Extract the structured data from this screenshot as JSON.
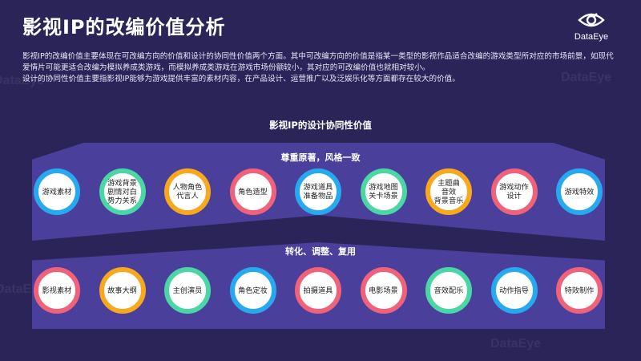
{
  "title": "影视IP的改编价值分析",
  "logo": {
    "text": "DataEye",
    "watermark": "DataEye"
  },
  "description": [
    "影视IP的改编价值主要体现在可改编方向的价值和设计的协同性价值两个方面。其中可改编方向的价值是指某一类型的影视作品适合改编的游戏类型所对应的市场前景，如现代爱情片可能更适合改编为模拟养成类游戏，而模拟养成类游戏在游戏市场份额较小，其对应的可改编价值也就相对较小。",
    "设计的协同性价值主要指影视IP能够为游戏提供丰富的素材内容，在产品设计、运营推广以及泛娱乐化等方面都存在较大的价值。"
  ],
  "diagram": {
    "title": "影视IP的设计协同性价值",
    "top_label": "尊重原著，风格一致",
    "middle_label": "转化、调整、复用",
    "colors": {
      "blue": "#27a9f0",
      "green": "#4bd6a6",
      "orange": "#f7a81c",
      "pink": "#f0627a",
      "band": "#4a3f9a",
      "background": "#2b2459"
    },
    "top_items": [
      {
        "label": "游戏素材",
        "color": "blue"
      },
      {
        "label": "游戏背景\n剧情对白\n势力关系",
        "color": "green"
      },
      {
        "label": "人物角色\n代言人",
        "color": "orange"
      },
      {
        "label": "角色造型",
        "color": "pink"
      },
      {
        "label": "游戏道具\n准备物品",
        "color": "blue"
      },
      {
        "label": "游戏地图\n关卡场景",
        "color": "green"
      },
      {
        "label": "主题曲\n音效\n背景音乐",
        "color": "orange"
      },
      {
        "label": "游戏动作\n设计",
        "color": "pink"
      },
      {
        "label": "游戏特效",
        "color": "blue"
      }
    ],
    "bottom_items": [
      {
        "label": "影视素材",
        "color": "pink"
      },
      {
        "label": "故事大纲",
        "color": "orange"
      },
      {
        "label": "主创演员",
        "color": "green"
      },
      {
        "label": "角色定妆",
        "color": "blue"
      },
      {
        "label": "拍摄道具",
        "color": "pink"
      },
      {
        "label": "电影场景",
        "color": "pink"
      },
      {
        "label": "音效配乐",
        "color": "green"
      },
      {
        "label": "动作指导",
        "color": "blue"
      },
      {
        "label": "特效制作",
        "color": "pink"
      }
    ]
  }
}
